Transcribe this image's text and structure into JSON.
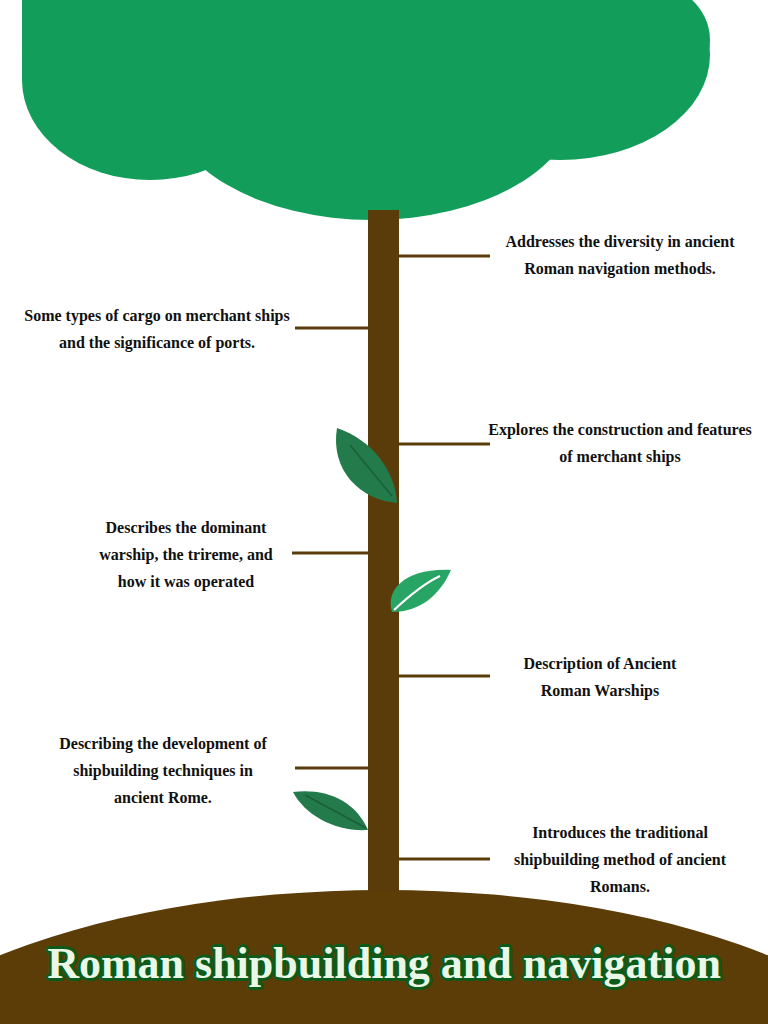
{
  "diagram": {
    "title": "Roman shipbuilding and navigation",
    "labels": [
      "Addresses the diversity in ancient Roman navigation methods.",
      "Some types of cargo on merchant ships and the significance of ports.",
      "Explores the construction and features of merchant ships",
      "Describes the dominant warship, the trireme, and how it was operated",
      "Description of Ancient Roman Warships",
      "Describing the development of shipbuilding techniques in ancient Rome.",
      "Introduces the traditional shipbuilding method of ancient Romans."
    ]
  }
}
